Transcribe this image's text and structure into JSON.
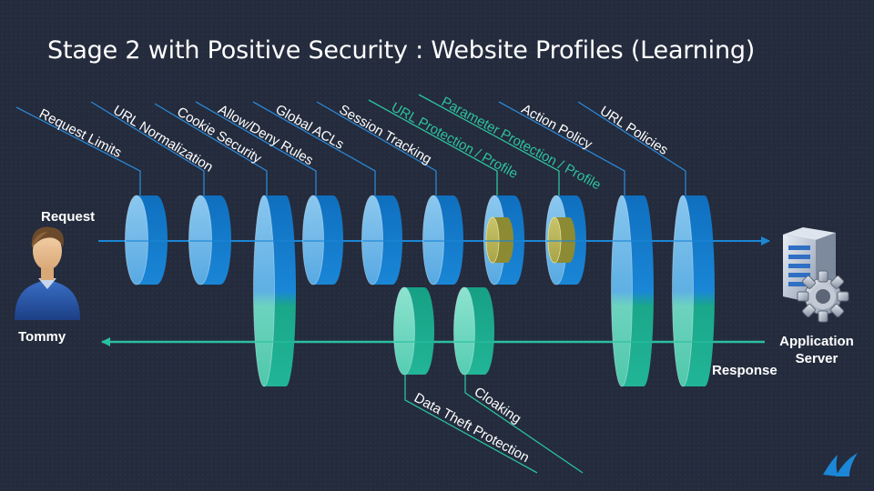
{
  "title": "Stage 2 with Positive Security : Website Profiles (Learning)",
  "request_label": "Request",
  "response_label": "Response",
  "user_name": "Tommy",
  "server_label_line1": "Application",
  "server_label_line2": "Server",
  "request_modules": [
    {
      "label": "Request Limits",
      "highlight": false
    },
    {
      "label": "URL Normalization",
      "highlight": false
    },
    {
      "label": "Cookie Security",
      "highlight": false
    },
    {
      "label": "Allow/Deny Rules",
      "highlight": false
    },
    {
      "label": "Global ACLs",
      "highlight": false
    },
    {
      "label": "Session Tracking",
      "highlight": false
    },
    {
      "label": "URL Protection / Profile",
      "highlight": true
    },
    {
      "label": "Parameter Protection / Profile",
      "highlight": true
    },
    {
      "label": "Action Policy",
      "highlight": false
    },
    {
      "label": "URL Policies",
      "highlight": false
    }
  ],
  "response_modules": [
    {
      "label": "Data Theft Protection"
    },
    {
      "label": "Cloaking"
    }
  ],
  "colors": {
    "background": "#232b3c",
    "request_flow": "#1b87d6",
    "response_flow": "#2bbf9f",
    "highlight_text": "#2fc29c",
    "profile_inner": "#9c9a3c"
  }
}
